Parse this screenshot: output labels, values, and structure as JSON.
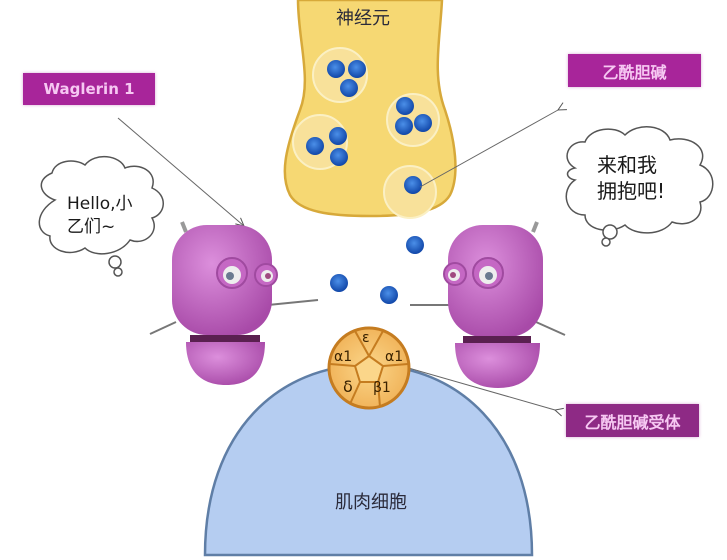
{
  "labels": {
    "waglerin": "Waglerin 1",
    "acetylcholine": "乙酰胆碱",
    "receptor": "乙酰胆碱受体"
  },
  "regions": {
    "neuron": "神经元",
    "muscle_cell": "肌肉细胞"
  },
  "speech": {
    "left_line1": "Hello,小",
    "left_line2": "乙们~",
    "right_line1": "来和我",
    "right_line2": "拥抱吧!"
  },
  "receptor_subunits": {
    "top": "ε",
    "left": "α1",
    "right": "α1",
    "bottom_left": "δ",
    "bottom_right": "β1"
  },
  "colors": {
    "label_bg": "#a8259a",
    "label_text": "#f6c8f2",
    "neuron_fill": "#f6d873",
    "neuron_stroke": "#d7a93a",
    "muscle_fill": "#b5cdf1",
    "muscle_stroke": "#5f7ea6",
    "molecule": "#1d63c9",
    "robot": "#c568c4",
    "receptor_fill": "#f7c572",
    "receptor_stroke": "#c57c20"
  }
}
